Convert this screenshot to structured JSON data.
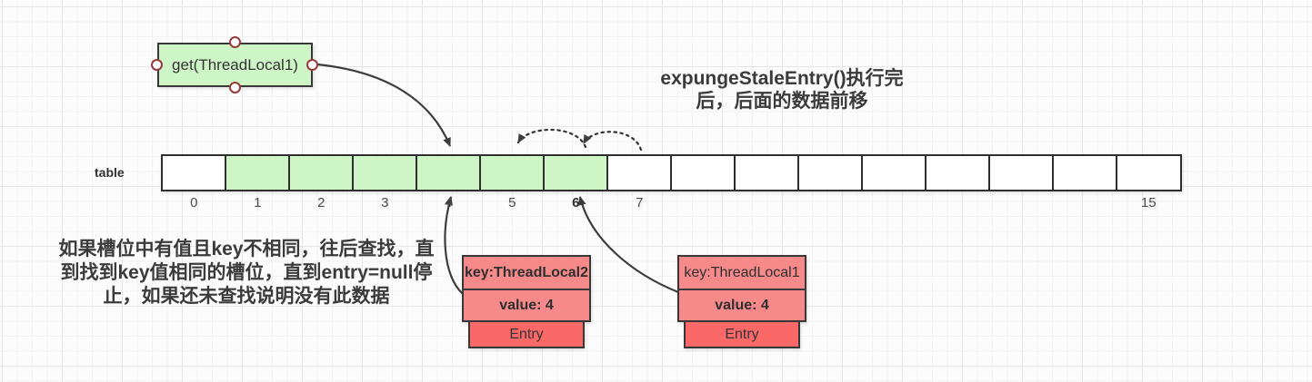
{
  "colors": {
    "shape_green": "#cef5c6",
    "entry_pink": "#f68a8a",
    "entry_red": "#fa6868",
    "stroke_dark": "#383838",
    "handle_ring": "#963b3a"
  },
  "get_box": {
    "label": "get(ThreadLocal1)"
  },
  "title_note": {
    "line1": "expungeStaleEntry()执行完",
    "line2": "后，后面的数据前移"
  },
  "side_note": {
    "line1": "如果槽位中有值且key不相同，往后查找，直",
    "line2": "到找到key值相同的槽位，直到entry=null停",
    "line3": "止，如果还未查找说明没有此数据"
  },
  "array": {
    "label": "table",
    "cells": [
      {
        "label": "0",
        "filled": false,
        "label_bold": false
      },
      {
        "label": "1",
        "filled": true,
        "label_bold": false
      },
      {
        "label": "2",
        "filled": true,
        "label_bold": false
      },
      {
        "label": "3",
        "filled": true,
        "label_bold": false
      },
      {
        "label": "4",
        "filled": true,
        "label_bold": false
      },
      {
        "label": "5",
        "filled": true,
        "label_bold": false
      },
      {
        "label": "6",
        "filled": true,
        "label_bold": true
      },
      {
        "label": "7",
        "filled": false,
        "label_bold": false
      },
      {
        "label": "",
        "filled": false,
        "label_bold": false
      },
      {
        "label": "",
        "filled": false,
        "label_bold": false
      },
      {
        "label": "",
        "filled": false,
        "label_bold": false
      },
      {
        "label": "",
        "filled": false,
        "label_bold": false
      },
      {
        "label": "",
        "filled": false,
        "label_bold": false
      },
      {
        "label": "",
        "filled": false,
        "label_bold": false
      },
      {
        "label": "",
        "filled": false,
        "label_bold": false
      },
      {
        "label": "15",
        "filled": false,
        "label_bold": false
      }
    ]
  },
  "entries": [
    {
      "key": "key:ThreadLocal2",
      "value": "value: 4",
      "tag": "Entry"
    },
    {
      "key": "key:ThreadLocal1",
      "value": "value: 4",
      "tag": "Entry"
    }
  ]
}
